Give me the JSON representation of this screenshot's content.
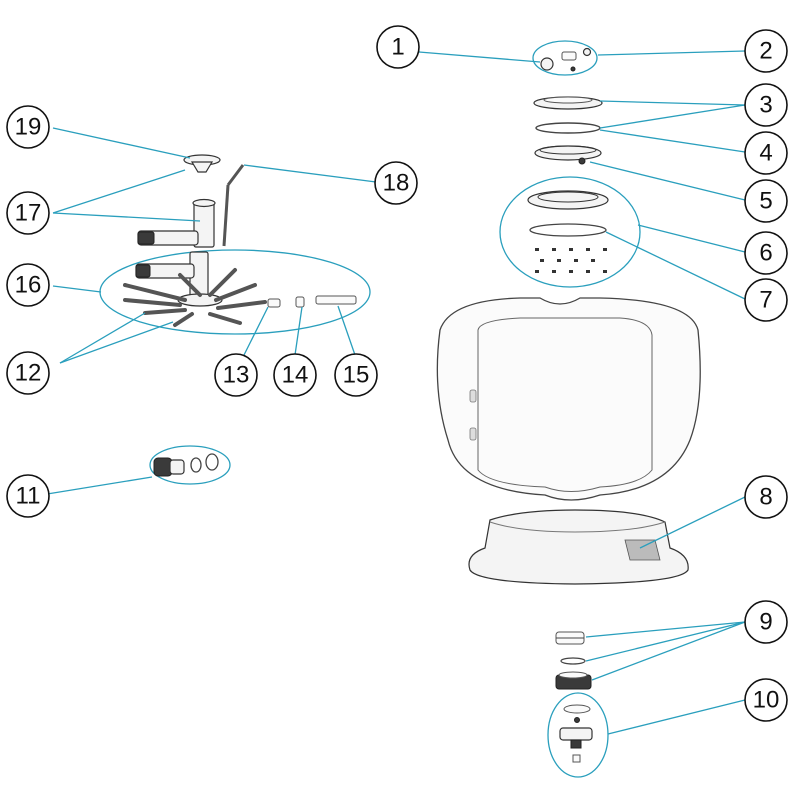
{
  "diagram": {
    "callouts": {
      "c1": "1",
      "c2": "2",
      "c3": "3",
      "c4": "4",
      "c5": "5",
      "c6": "6",
      "c7": "7",
      "c8": "8",
      "c9": "9",
      "c10": "10",
      "c11": "11",
      "c12": "12",
      "c13": "13",
      "c14": "14",
      "c15": "15",
      "c16": "16",
      "c17": "17",
      "c18": "18",
      "c19": "19"
    },
    "colors": {
      "leader": "#2a9fbd",
      "outline": "#111111",
      "background": "#ffffff"
    }
  }
}
